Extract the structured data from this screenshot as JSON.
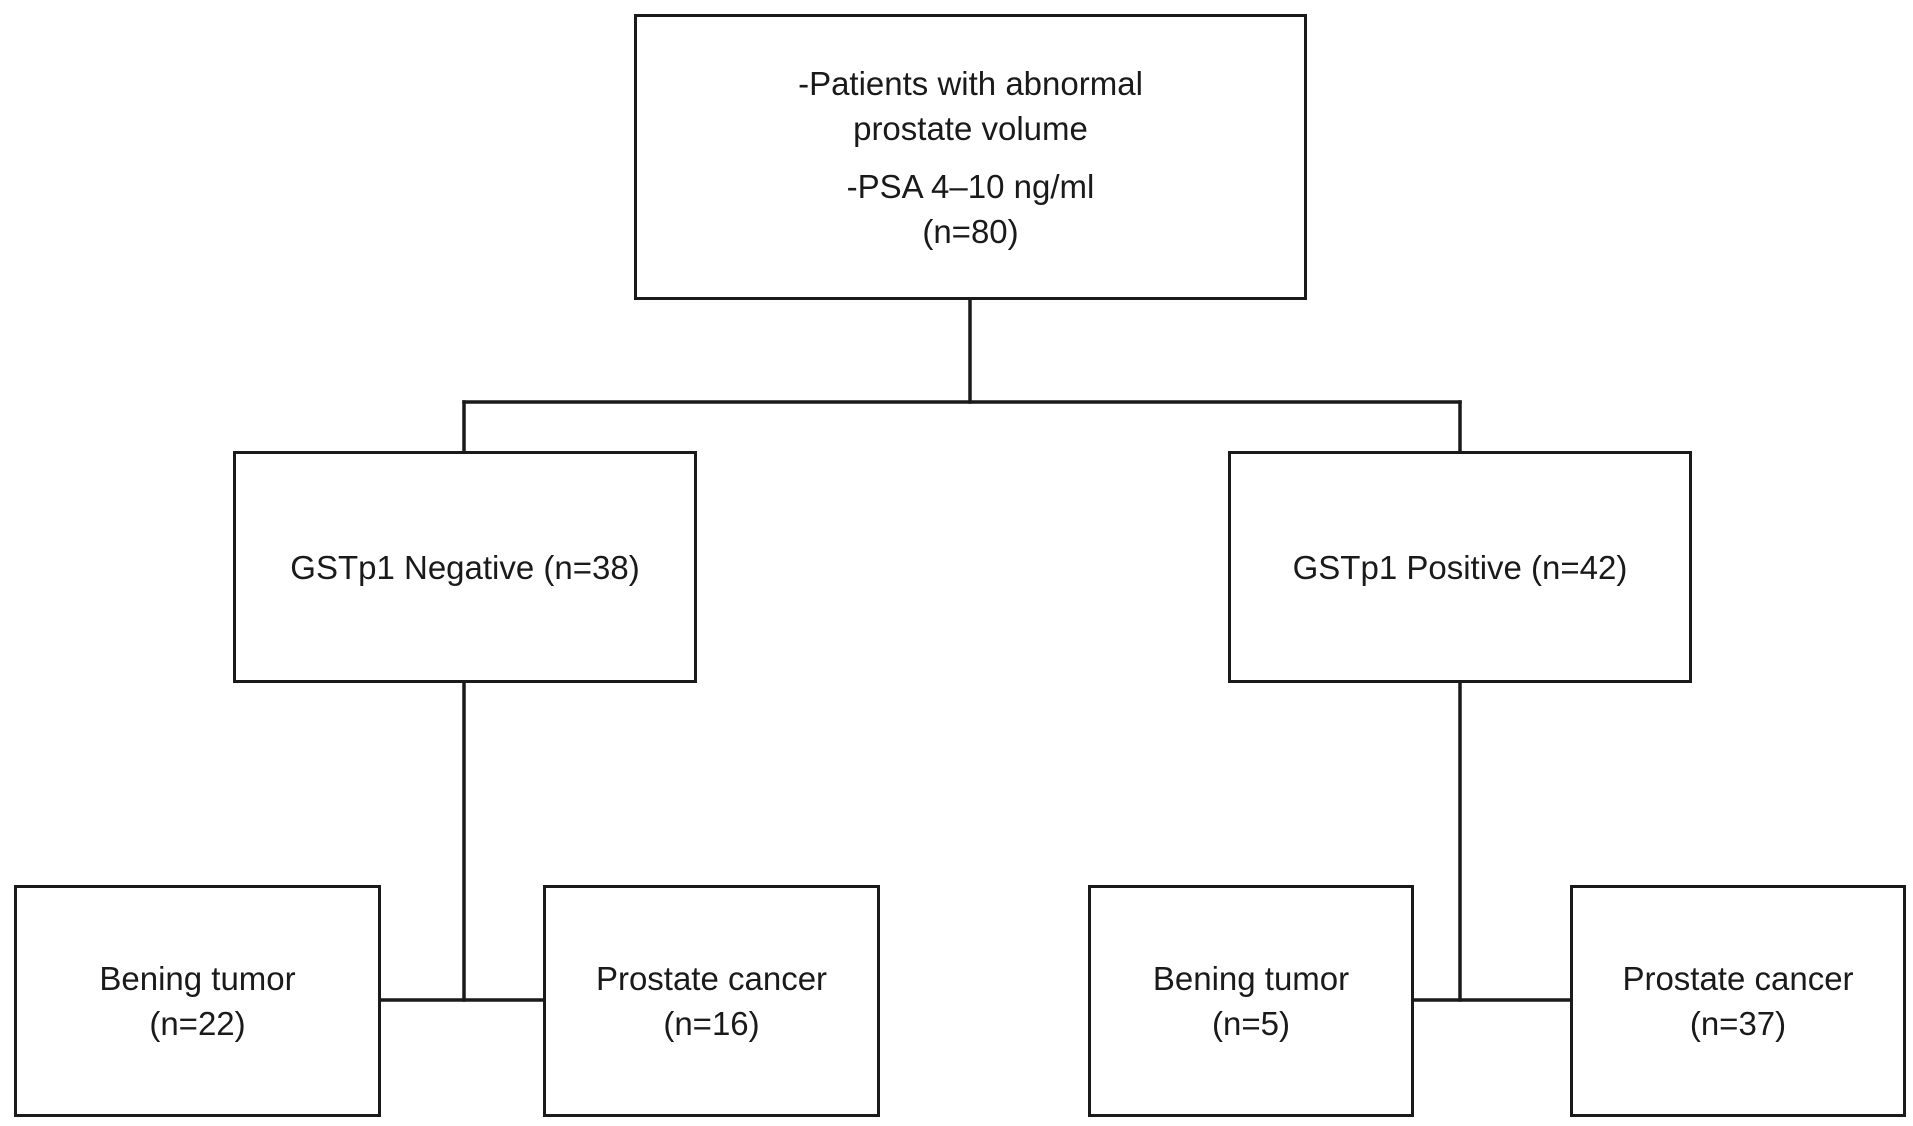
{
  "root": {
    "line1": "-Patients with abnormal",
    "line2": "prostate volume",
    "line3": "-PSA 4–10 ng/ml",
    "line4": "(n=80)"
  },
  "negative": {
    "label": "GSTp1 Negative (n=38)",
    "benign": {
      "label": "Bening tumor",
      "count": "(n=22)"
    },
    "cancer": {
      "label": "Prostate cancer",
      "count": "(n=16)"
    }
  },
  "positive": {
    "label": "GSTp1 Positive (n=42)",
    "benign": {
      "label": "Bening tumor",
      "count": "(n=5)"
    },
    "cancer": {
      "label": "Prostate cancer",
      "count": "(n=37)"
    }
  }
}
